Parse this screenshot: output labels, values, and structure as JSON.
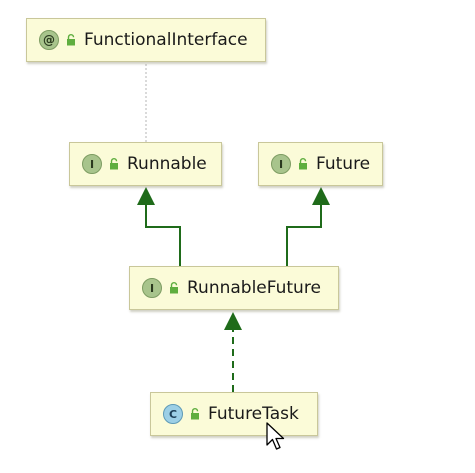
{
  "diagram": {
    "nodes": [
      {
        "id": "functional_interface",
        "name": "FunctionalInterface",
        "kind": "annotation",
        "badge": "@"
      },
      {
        "id": "runnable",
        "name": "Runnable",
        "kind": "interface",
        "badge": "I"
      },
      {
        "id": "future",
        "name": "Future",
        "kind": "interface",
        "badge": "I"
      },
      {
        "id": "runnable_future",
        "name": "RunnableFuture",
        "kind": "interface",
        "badge": "I"
      },
      {
        "id": "future_task",
        "name": "FutureTask",
        "kind": "class",
        "badge": "C"
      }
    ],
    "edges": [
      {
        "from": "runnable",
        "to": "functional_interface",
        "style": "dotted",
        "arrow": false
      },
      {
        "from": "runnable_future",
        "to": "runnable",
        "style": "solid",
        "arrow": true
      },
      {
        "from": "runnable_future",
        "to": "future",
        "style": "solid",
        "arrow": true
      },
      {
        "from": "future_task",
        "to": "runnable_future",
        "style": "dashed",
        "arrow": true
      }
    ],
    "colors": {
      "node_fill": "#fbfbd8",
      "node_border": "#c9c79a",
      "edge": "#1f6b1a",
      "dotted_edge": "#b5b5b5",
      "interface_badge": "#a8c48c",
      "class_badge": "#9ccfe6",
      "lock_icon": "#5fae3f"
    }
  }
}
